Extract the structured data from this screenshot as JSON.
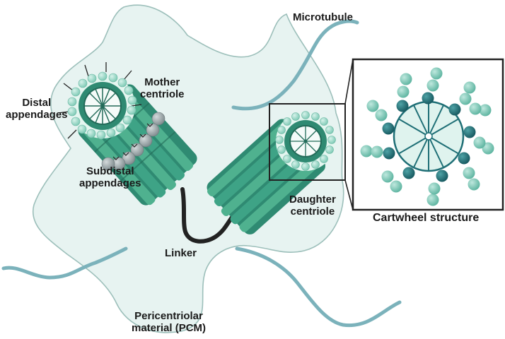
{
  "labels": {
    "microtubule": "Microtubule",
    "mother_line1": "Mother",
    "mother_line2": "centriole",
    "distal_line1": "Distal",
    "distal_line2": "appendages",
    "subdistal_line1": "Subdistal",
    "subdistal_line2": "appendages",
    "daughter_line1": "Daughter",
    "daughter_line2": "centriole",
    "cartwheel": "Cartwheel structure",
    "linker": "Linker",
    "pcm_line1": "Pericentriolar",
    "pcm_line2": "material (PCM)"
  },
  "colors": {
    "pcm_fill": "#e7f3f1",
    "pcm_stroke": "#9cbfba",
    "centriole_dark": "#2f8a72",
    "centriole_mid": "#3ea386",
    "centriole_light": "#5cbc9e",
    "bead_light": "#8fd4c2",
    "bead_teal": "#6dc3b1",
    "bead_dark": "#1f6f76",
    "bead_grey": "#9aa5a8",
    "microtubule": "#7bb2bb",
    "linker": "#222222",
    "frame": "#222222"
  }
}
